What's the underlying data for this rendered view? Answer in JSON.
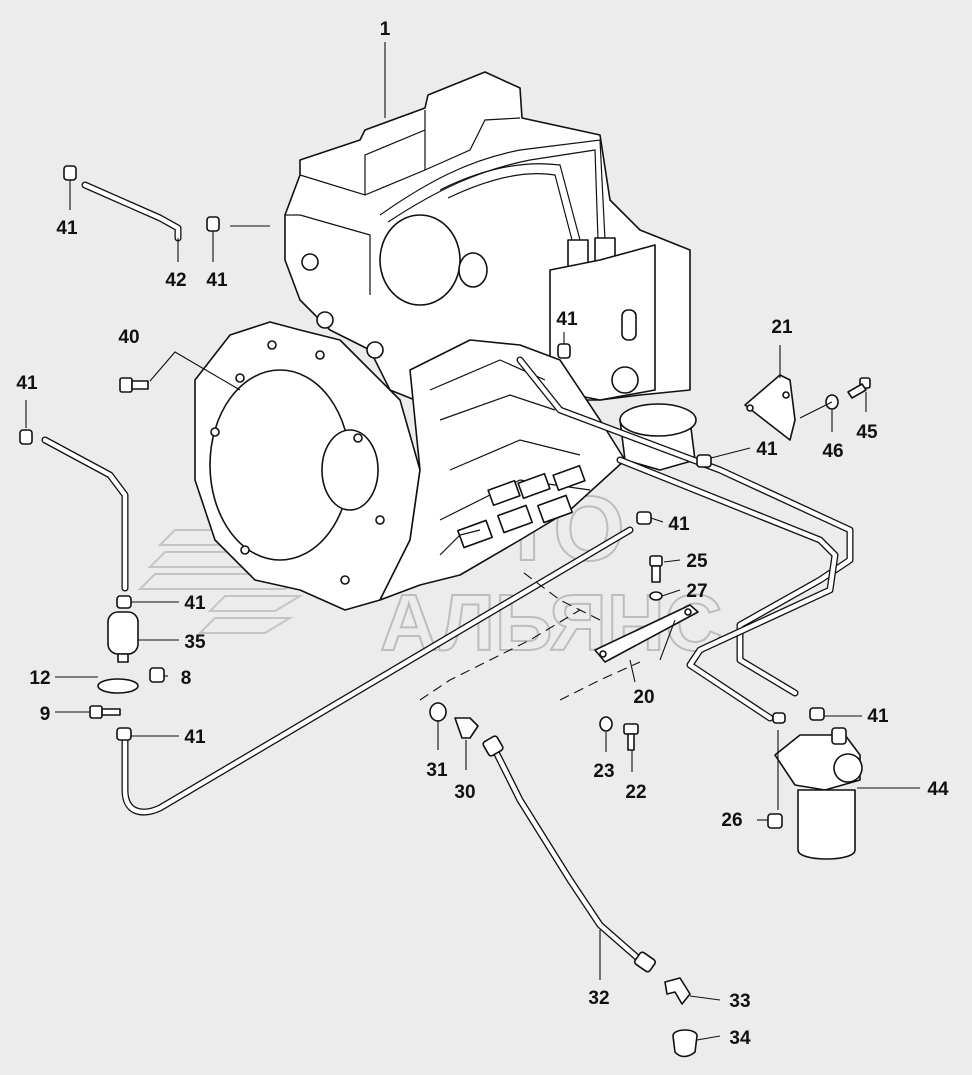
{
  "diagram": {
    "callouts": [
      {
        "id": "c1",
        "text": "1"
      },
      {
        "id": "c41a",
        "text": "41"
      },
      {
        "id": "c42",
        "text": "42"
      },
      {
        "id": "c41b",
        "text": "41"
      },
      {
        "id": "c40",
        "text": "40"
      },
      {
        "id": "c41c",
        "text": "41"
      },
      {
        "id": "c41d",
        "text": "41"
      },
      {
        "id": "c21",
        "text": "21"
      },
      {
        "id": "c45",
        "text": "45"
      },
      {
        "id": "c46",
        "text": "46"
      },
      {
        "id": "c41e",
        "text": "41"
      },
      {
        "id": "c41f",
        "text": "41"
      },
      {
        "id": "c25",
        "text": "25"
      },
      {
        "id": "c27",
        "text": "27"
      },
      {
        "id": "c41g",
        "text": "41"
      },
      {
        "id": "c35",
        "text": "35"
      },
      {
        "id": "c12",
        "text": "12"
      },
      {
        "id": "c8",
        "text": "8"
      },
      {
        "id": "c9",
        "text": "9"
      },
      {
        "id": "c41h",
        "text": "41"
      },
      {
        "id": "c20",
        "text": "20"
      },
      {
        "id": "c41i",
        "text": "41"
      },
      {
        "id": "c31",
        "text": "31"
      },
      {
        "id": "c30",
        "text": "30"
      },
      {
        "id": "c23",
        "text": "23"
      },
      {
        "id": "c22",
        "text": "22"
      },
      {
        "id": "c44",
        "text": "44"
      },
      {
        "id": "c26",
        "text": "26"
      },
      {
        "id": "c32",
        "text": "32"
      },
      {
        "id": "c33",
        "text": "33"
      },
      {
        "id": "c34",
        "text": "34"
      }
    ],
    "watermark": {
      "line1": "АВТО",
      "line2": "АЛЬЯНС",
      "color": "#bdbdbd"
    },
    "colors": {
      "background": "#ececec",
      "line": "#111111",
      "part_fill": "#ffffff"
    }
  }
}
